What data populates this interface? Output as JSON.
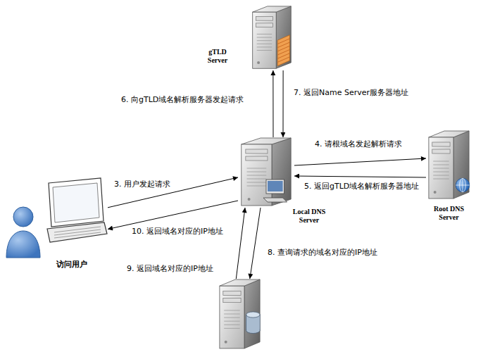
{
  "diagram": {
    "nodes": [
      {
        "text": [
          "gTLD Server"
        ]
      },
      {
        "text": [
          "Local DNS Server"
        ]
      },
      {
        "text": [
          "Root DNS Server"
        ]
      },
      {
        "text": [
          "访问用户"
        ]
      },
      {
        "text": []
      }
    ],
    "edges": [
      {
        "from": 3,
        "to": 1,
        "arrow": "to",
        "label": "3. 用户发起请求"
      },
      {
        "from": 1,
        "to": 2,
        "arrow": "to",
        "label": "4. 请根域名发起解析请求"
      },
      {
        "from": 2,
        "to": 1,
        "arrow": "to",
        "label": "5. 返回gTLD域名解析服务器地址"
      },
      {
        "from": 1,
        "to": 0,
        "arrow": "to",
        "label": "6. 向gTLD域名解析服务器发起请求"
      },
      {
        "from": 0,
        "to": 1,
        "arrow": "to",
        "label": "7. 返回Name Server服务器地址"
      },
      {
        "from": 1,
        "to": 4,
        "arrow": "to",
        "label": "8. 查询请求的域名对应的IP地址"
      },
      {
        "from": 4,
        "to": 1,
        "arrow": "to",
        "label": "9. 返回域名对应的IP地址"
      },
      {
        "from": 1,
        "to": 3,
        "arrow": "to",
        "label": "10. 返回域名对应的IP地址"
      }
    ]
  }
}
